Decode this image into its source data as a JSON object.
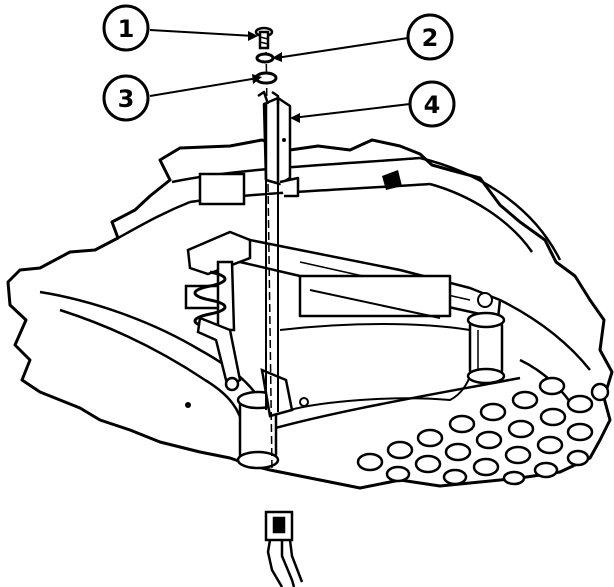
{
  "figure": {
    "callouts": [
      {
        "number": "1",
        "part": "screw"
      },
      {
        "number": "2",
        "part": "lock-washer"
      },
      {
        "number": "3",
        "part": "flat-washer"
      },
      {
        "number": "4",
        "part": "bracket"
      }
    ],
    "colors": {
      "ink": "#000000",
      "paper": "#ffffff"
    }
  }
}
